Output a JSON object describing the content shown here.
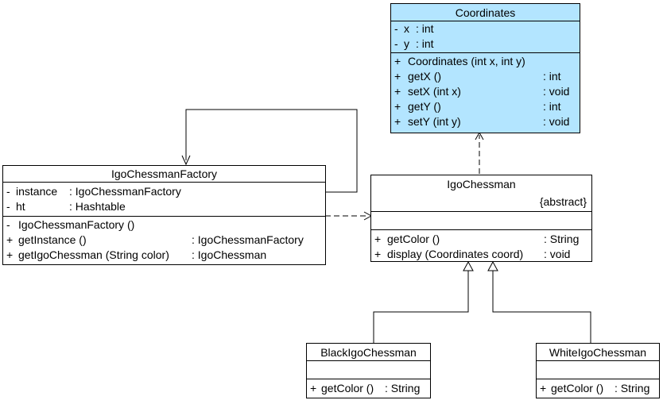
{
  "coordinates": {
    "name": "Coordinates",
    "attributes": [
      {
        "vis": "-",
        "name": "x",
        "type": ": int"
      },
      {
        "vis": "-",
        "name": "y",
        "type": ": int"
      }
    ],
    "operations": [
      {
        "vis": "+",
        "name": "Coordinates (int x, int y)",
        "type": ""
      },
      {
        "vis": "+",
        "name": "getX ()",
        "type": ": int"
      },
      {
        "vis": "+",
        "name": "setX (int x)",
        "type": ": void"
      },
      {
        "vis": "+",
        "name": "getY ()",
        "type": ": int"
      },
      {
        "vis": "+",
        "name": "setY (int y)",
        "type": ": void"
      }
    ]
  },
  "factory": {
    "name": "IgoChessmanFactory",
    "attributes": [
      {
        "vis": "-",
        "name": "instance",
        "type": ": IgoChessmanFactory"
      },
      {
        "vis": "-",
        "name": "ht",
        "type": ": Hashtable"
      }
    ],
    "operations": [
      {
        "vis": "-",
        "name": "IgoChessmanFactory ()",
        "type": ""
      },
      {
        "vis": "+",
        "name": "getInstance ()",
        "type": ": IgoChessmanFactory"
      },
      {
        "vis": "+",
        "name": "getIgoChessman (String color)",
        "type": ": IgoChessman"
      }
    ]
  },
  "igo": {
    "name": "IgoChessman",
    "stereotype": "{abstract}",
    "operations": [
      {
        "vis": "+",
        "name": "getColor ()",
        "type": ": String"
      },
      {
        "vis": "+",
        "name": "display (Coordinates coord)",
        "type": ": void"
      }
    ]
  },
  "black": {
    "name": "BlackIgoChessman",
    "operations": [
      {
        "vis": "+",
        "name": "getColor ()",
        "type": ": String"
      }
    ]
  },
  "white": {
    "name": "WhiteIgoChessman",
    "operations": [
      {
        "vis": "+",
        "name": "getColor ()",
        "type": ": String"
      }
    ]
  },
  "colors": {
    "class_fill_highlight": "#b3e5ff",
    "line": "#000000"
  }
}
